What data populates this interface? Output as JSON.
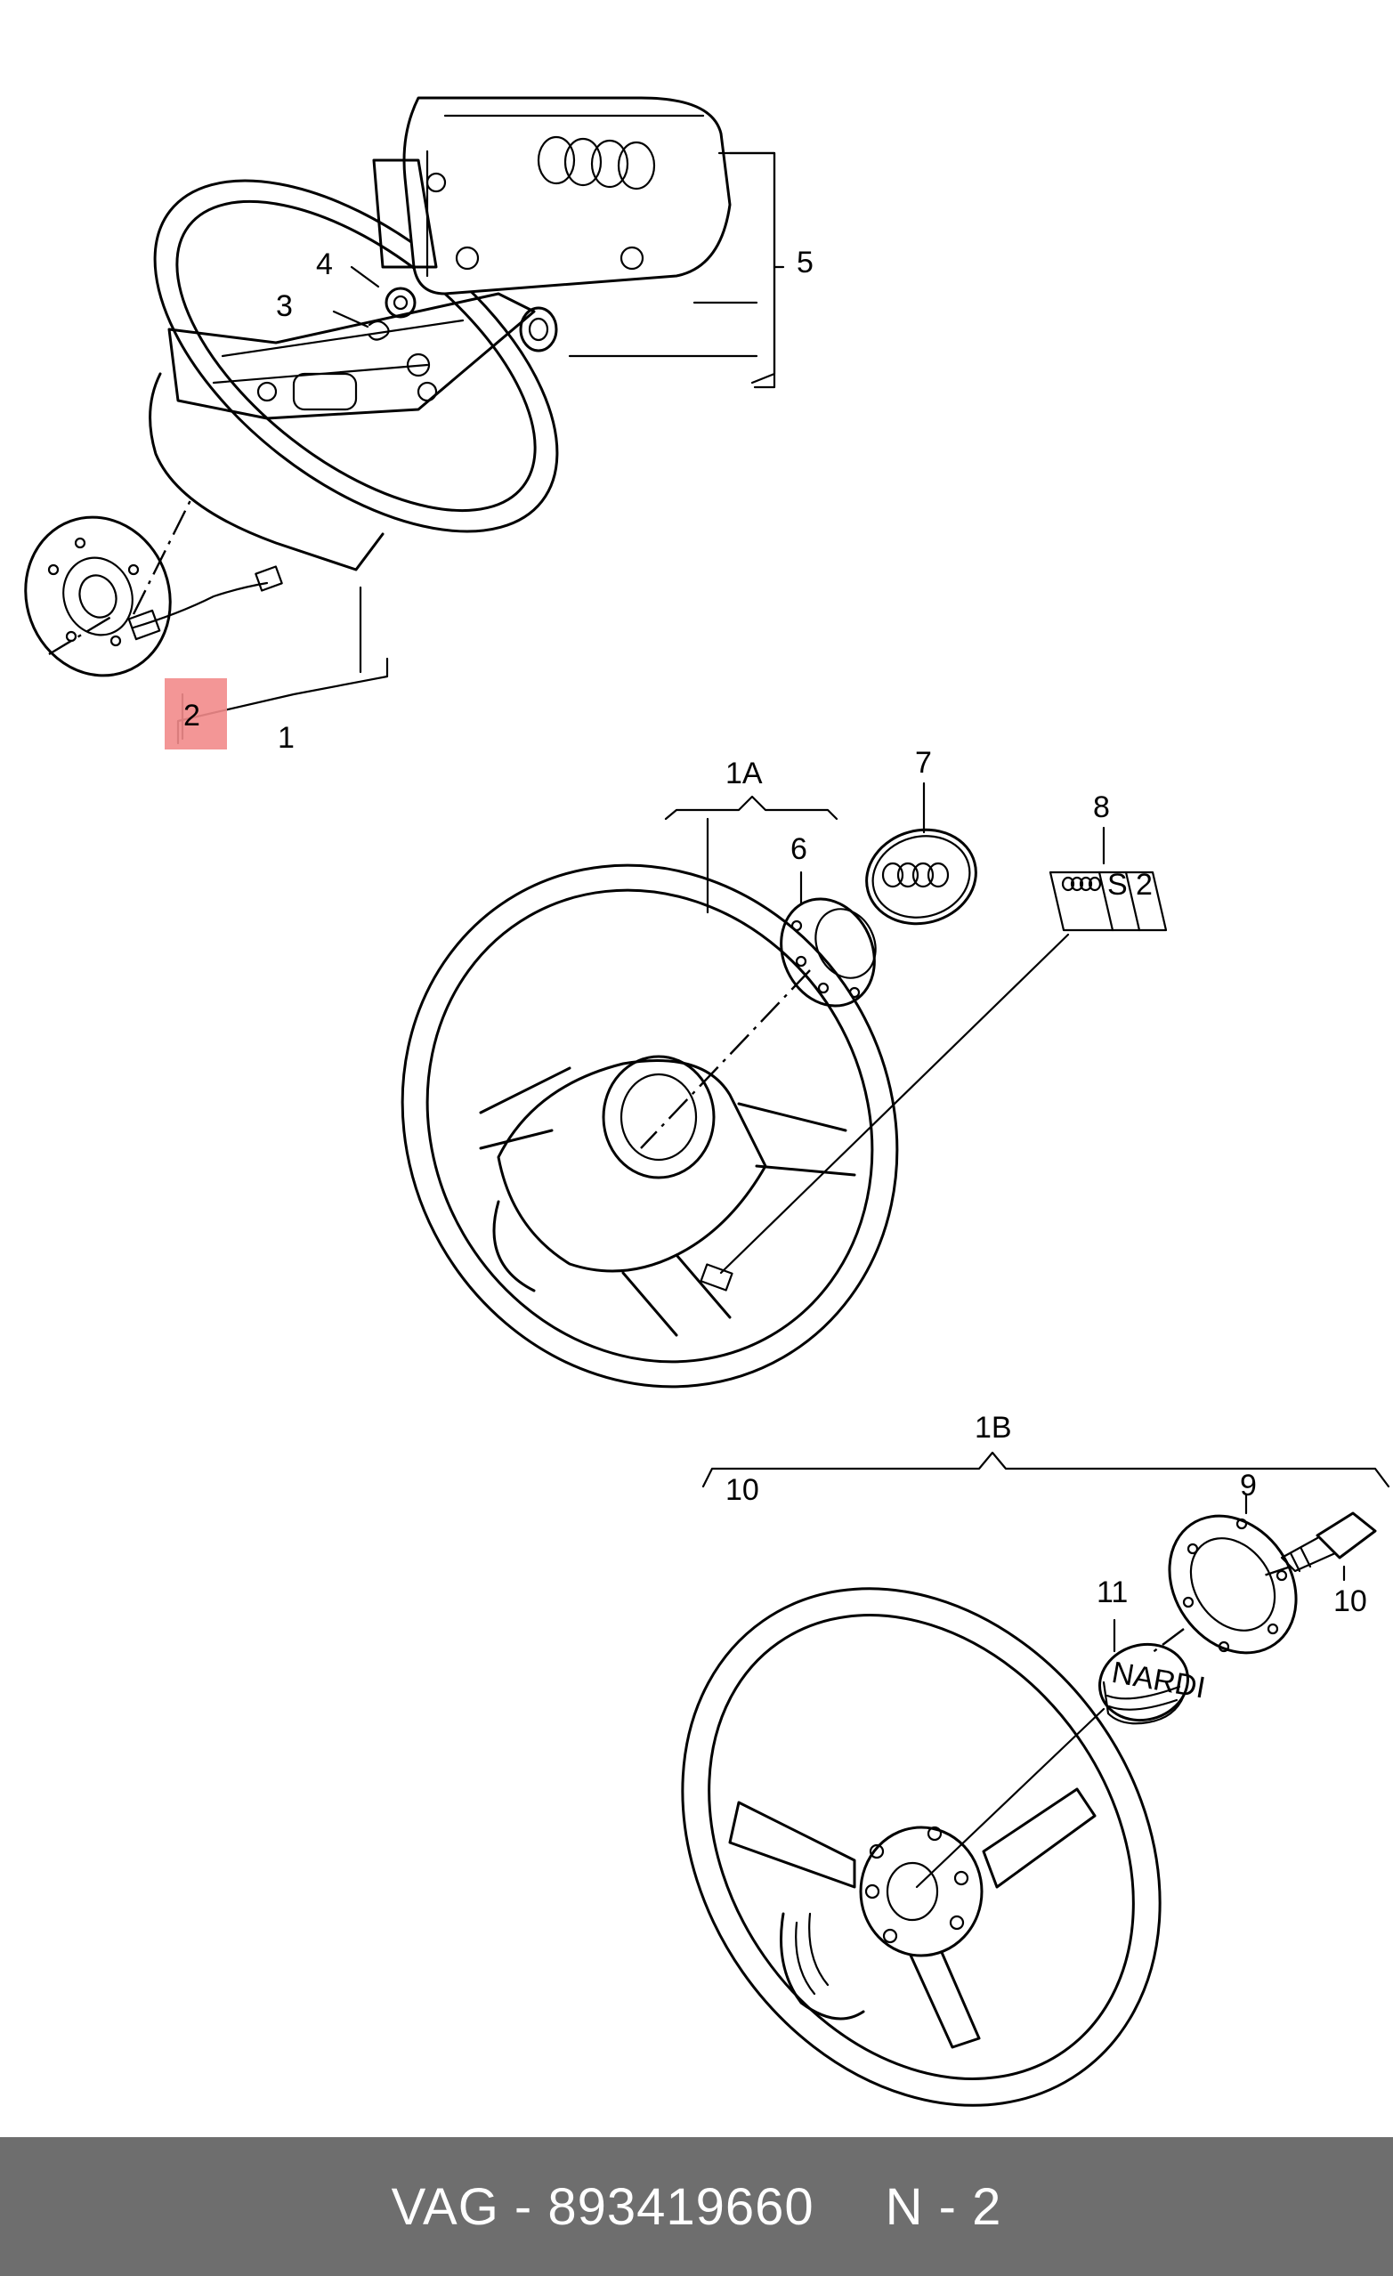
{
  "labels": {
    "l1": "1",
    "l1a": "1A",
    "l1b": "1B",
    "l2": "2",
    "l3": "3",
    "l4": "4",
    "l5": "5",
    "l6": "6",
    "l7": "7",
    "l8": "8",
    "l9": "9",
    "l10_top": "10",
    "l10_side": "10",
    "l11": "11"
  },
  "badges": {
    "s": "S",
    "two": "2",
    "nardi": "NARDI"
  },
  "highlight": {
    "target_label": "2",
    "color": "#f28b8b"
  },
  "footer": {
    "brand_part": "VAG - 893419660",
    "page_ref": "N - 2"
  },
  "colors": {
    "footer_bg": "#6e6e6e",
    "footer_text": "#ffffff",
    "line": "#000000"
  }
}
